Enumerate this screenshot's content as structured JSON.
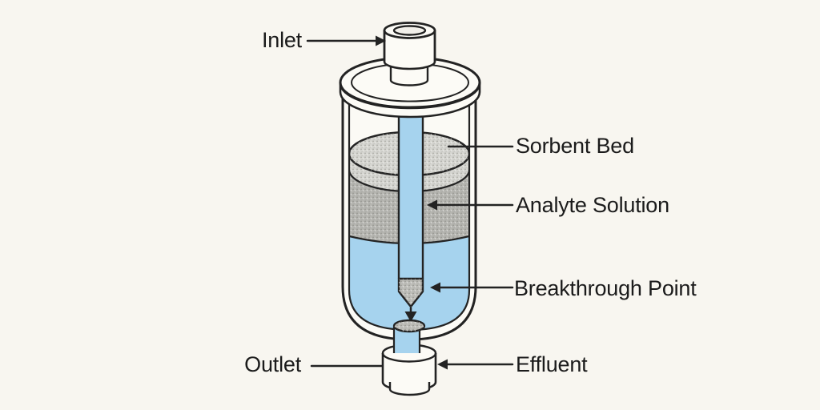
{
  "diagram": {
    "labels": {
      "inlet": "Inlet",
      "sorbent_bed": "Sorbent Bed",
      "analyte_solution": "Analyte Solution",
      "breakthrough_point": "Breakthrough Point",
      "outlet": "Outlet",
      "effluent": "Effluent"
    },
    "leaders": [
      {
        "label": "Inlet",
        "side": "left",
        "arrowhead": true,
        "points_to": "inlet-port"
      },
      {
        "label": "Sorbent Bed",
        "side": "right",
        "arrowhead": false,
        "points_to": "sorbent-bed-top-surface"
      },
      {
        "label": "Analyte Solution",
        "side": "right",
        "arrowhead": true,
        "points_to": "central-tube-liquid"
      },
      {
        "label": "Breakthrough Point",
        "side": "right",
        "arrowhead": true,
        "points_to": "tube-tip-cone"
      },
      {
        "label": "Outlet",
        "side": "left",
        "arrowhead": false,
        "points_to": "outlet-fitting"
      },
      {
        "label": "Effluent",
        "side": "right",
        "arrowhead": true,
        "points_to": "outlet-fitting"
      }
    ],
    "colors": {
      "background": "#f8f6f0",
      "glass_white": "#fcfbf6",
      "liquid_blue": "#a6d3ee",
      "sorbent_gray": "#b5b5b0",
      "sorbent_top_gray": "#d5d5d0",
      "pellet_gray": "#bdbdb8",
      "outline_ink": "#232323",
      "label_text": "#1b1b1b"
    }
  }
}
